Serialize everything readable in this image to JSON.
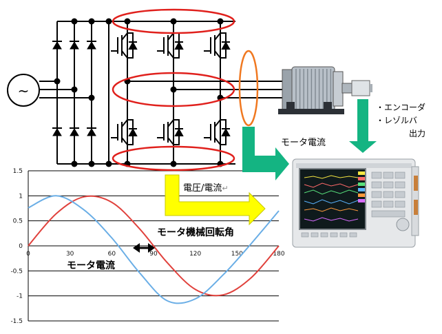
{
  "labels": {
    "motor_current_top": "モータ電流",
    "encoder_line1": "・エンコーダ",
    "encoder_line2": "・レゾルバ",
    "encoder_line3": "出力",
    "voltage_current": "電圧/電流",
    "return_mark": "↵",
    "mech_angle": "モータ機械回転角",
    "motor_current_plot": "モータ電流",
    "source_symbol": "~"
  },
  "colors": {
    "red_wave": "#e0413c",
    "blue_wave": "#6aaee6",
    "highlight_ellipse": "#e0201c",
    "probe_ellipse": "#f07820",
    "green_arrow": "#14b482",
    "yellow_arrow": "#ffff00",
    "yellow_arrow_edge": "#c8c800"
  },
  "icons": {
    "ac_source": "ac-source-icon",
    "motor": "motor-icon",
    "encoder": "encoder-icon",
    "analyzer": "power-analyzer-icon"
  },
  "chart_data": {
    "type": "line",
    "x": [
      0,
      20,
      40,
      60,
      80,
      100,
      120,
      140,
      160,
      180
    ],
    "x_ticks": [
      "0",
      "30",
      "60",
      "90",
      "120",
      "150",
      "180"
    ],
    "y_ticks": [
      "1.5",
      "1",
      "0.5",
      "0",
      "-0.5",
      "-1",
      "-1.5"
    ],
    "xlim": [
      0,
      180
    ],
    "ylim": [
      -1.5,
      1.5
    ],
    "grid": "horizontal",
    "series": [
      {
        "color": "red",
        "values": [
          0,
          0.64,
          0.98,
          0.87,
          0.34,
          -0.34,
          -0.87,
          -0.98,
          -0.64,
          0
        ]
      },
      {
        "color": "blue",
        "values": [
          0.76,
          1.0,
          0.72,
          0.16,
          -0.54,
          -1.1,
          -1.06,
          -0.58,
          0.04,
          0.7
        ]
      }
    ],
    "annotation": "phase-lag double arrow between red and blue zero crossings"
  }
}
